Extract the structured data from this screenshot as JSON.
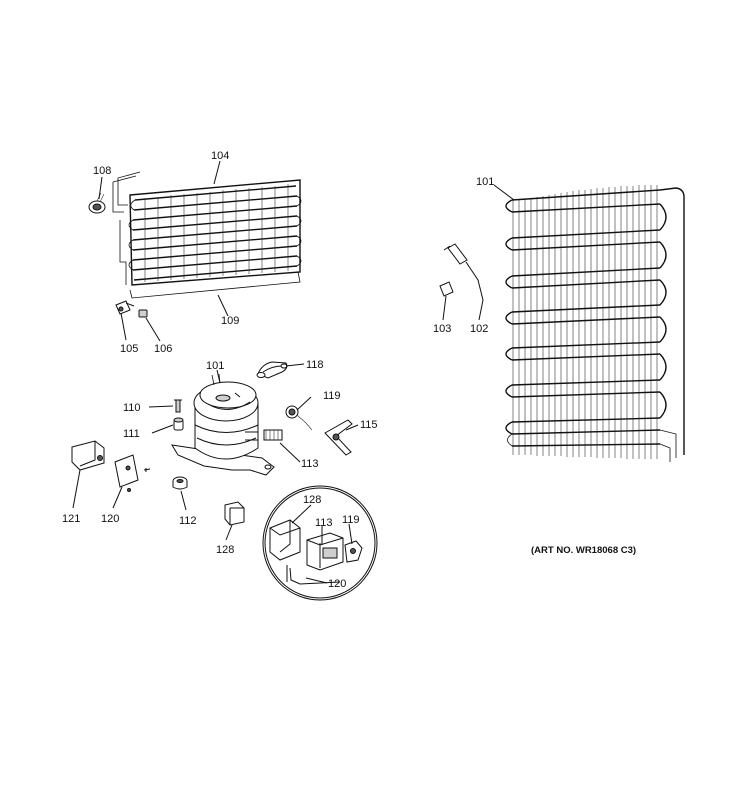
{
  "callouts": {
    "c104": "104",
    "c108": "108",
    "c109": "109",
    "c105": "105",
    "c106": "106",
    "c101_left": "101",
    "c118": "118",
    "c110": "110",
    "c119": "119",
    "c111": "111",
    "c115": "115",
    "c113": "113",
    "c121": "121",
    "c120": "120",
    "c112": "112",
    "c128": "128",
    "inset_128": "128",
    "inset_113": "113",
    "inset_119": "119",
    "inset_120": "120",
    "c101_right": "101",
    "c103": "103",
    "c102": "102"
  },
  "art_number": "(ART NO. WR18068 C3)"
}
